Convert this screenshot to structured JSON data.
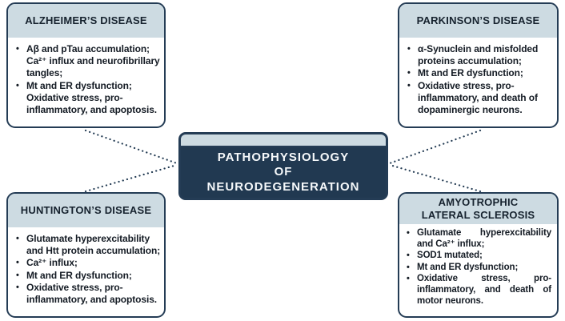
{
  "palette": {
    "navy_border": "#243c55",
    "central_fill": "#213951",
    "header_band": "#cddbe2",
    "header_text": "#16222e",
    "body_text": "#141b24",
    "central_text": "#f5f8fa",
    "background": "#ffffff",
    "connector_color": "#223a52"
  },
  "central": {
    "title": "PATHOPHYSIOLOGY\nOF\nNEURODEGENERATION"
  },
  "boxes": {
    "alzheimers": {
      "title": "ALZHEIMER’S DISEASE",
      "bullets": [
        "Aβ and pTau accumulation;\nCa²⁺ influx and neurofibrillary\ntangles;",
        "Mt and ER dysfunction;\nOxidative stress, pro-\ninflammatory, and apoptosis."
      ]
    },
    "parkinsons": {
      "title": "PARKINSON’S DISEASE",
      "bullets": [
        "α-Synuclein and misfolded\nproteins accumulation;",
        "Mt and ER dysfunction;",
        "Oxidative stress, pro-\ninflammatory, and death of\ndopaminergic neurons."
      ]
    },
    "huntingtons": {
      "title": "HUNTINGTON’S DISEASE",
      "bullets": [
        "Glutamate hyperexcitability\nand Htt protein accumulation;",
        "Ca²⁺ influx;",
        "Mt and ER dysfunction;",
        "Oxidative stress, pro-\ninflammatory, and apoptosis."
      ]
    },
    "als": {
      "title": "AMYOTROPHIC\nLATERAL SCLEROSIS",
      "bullets": [
        "Glutamate hyperexcitability and Ca²⁺ influx;",
        "SOD1 mutated;",
        "Mt and ER dysfunction;",
        "Oxidative stress, pro-inflammatory, and death of motor neurons."
      ]
    }
  },
  "bullet_glyph": "•",
  "connectors": [
    {
      "from": "alzheimers",
      "to": "central",
      "style": "dotted"
    },
    {
      "from": "huntingtons",
      "to": "central",
      "style": "dotted"
    },
    {
      "from": "parkinsons",
      "to": "central",
      "style": "dotted"
    },
    {
      "from": "als",
      "to": "central",
      "style": "dotted"
    }
  ]
}
